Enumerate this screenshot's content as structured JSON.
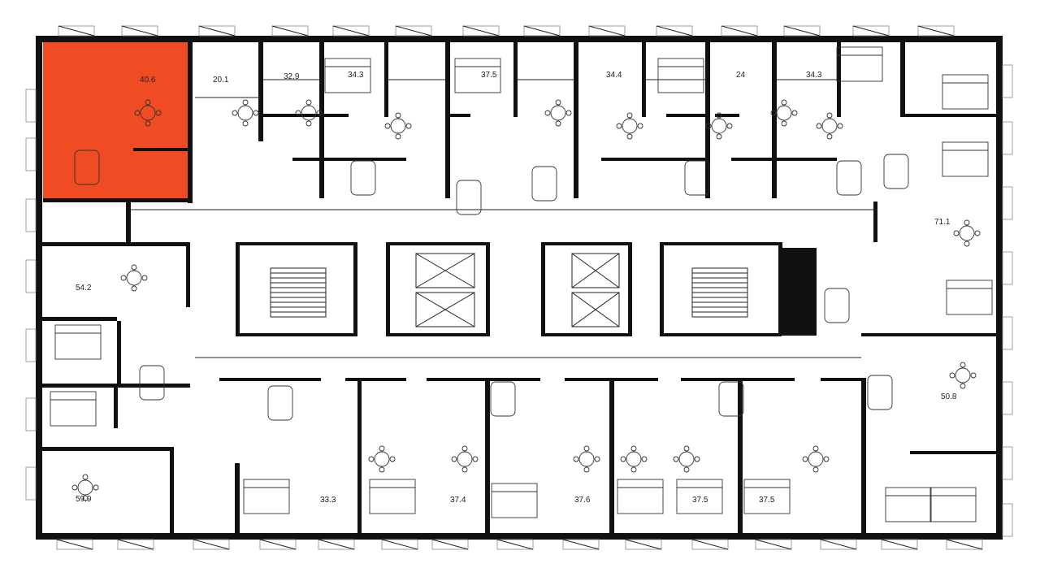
{
  "plan": {
    "selected_unit_area": "40.6",
    "units_top": [
      "40.6",
      "20.1",
      "32.9",
      "34.3",
      "37.5",
      "34.4",
      "24",
      "34.3"
    ],
    "units_right": [
      "71.1",
      "50.8"
    ],
    "units_left": [
      "54.2",
      "59.9"
    ],
    "units_bottom": [
      "33.3",
      "37.4",
      "37.6",
      "37.5",
      "37.5"
    ]
  },
  "colors": {
    "selected": "#f04b23",
    "wall": "#111111",
    "background": "#ffffff"
  }
}
